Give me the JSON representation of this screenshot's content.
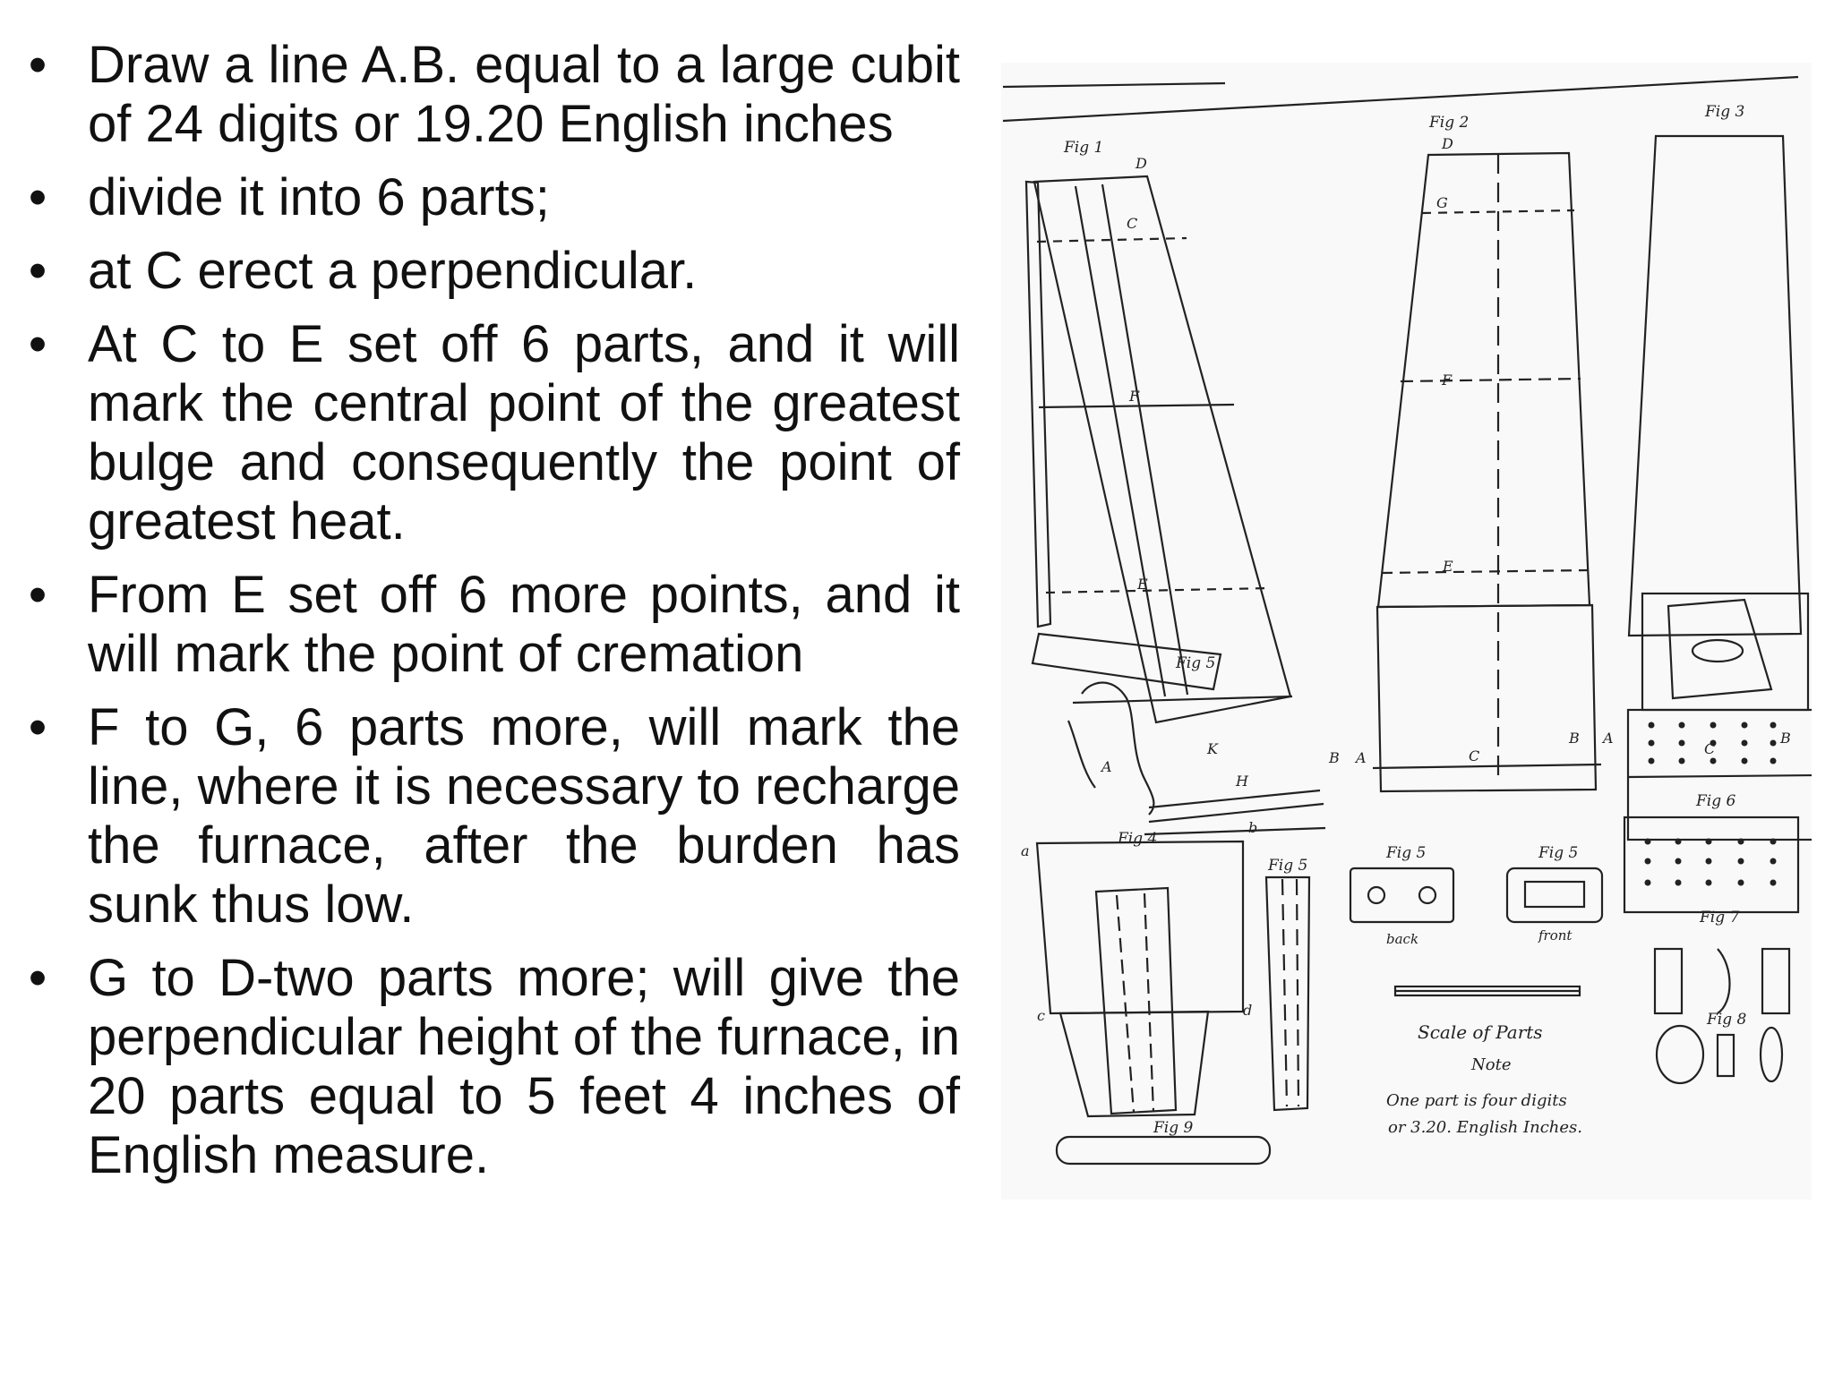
{
  "bullets": [
    "Draw a line A.B. equal to a large cubit of 24 digits or 19.20 English inches",
    "divide it into 6 parts;",
    "at C erect a perpendicular.",
    "At C to E set off 6 parts, and it will mark the central point of the greatest bulge and consequently the point of greatest heat.",
    "From E set off 6 more points, and it will mark the point of cremation",
    "F to G, 6 parts more, will mark the line, where it is necessary to recharge the furnace, after the burden has sunk thus low.",
    "G to D-two parts more; will give the perpendicular height of the furnace, in 20 parts equal to 5 feet 4 inches of English measure."
  ],
  "bullet_glyph": "•",
  "drawing": {
    "fig_labels": [
      "Fig 1",
      "Fig 2",
      "Fig 3",
      "Fig 4",
      "Fig 5",
      "Fig 5",
      "Fig 5",
      "Fig 5",
      "Fig 6",
      "Fig 7",
      "Fig 8",
      "Fig 9"
    ],
    "letters": [
      "D",
      "C",
      "F",
      "E",
      "K",
      "H",
      "A",
      "B",
      "A",
      "B",
      "C",
      "D",
      "G",
      "F",
      "E",
      "B",
      "A",
      "C",
      "a",
      "b",
      "c",
      "d"
    ],
    "sub_labels": [
      "back",
      "front"
    ],
    "scale_title": "Scale of Parts",
    "note_title": "Note",
    "note_line1": "One part is four digits",
    "note_line2": "or 3.20. English Inches."
  }
}
